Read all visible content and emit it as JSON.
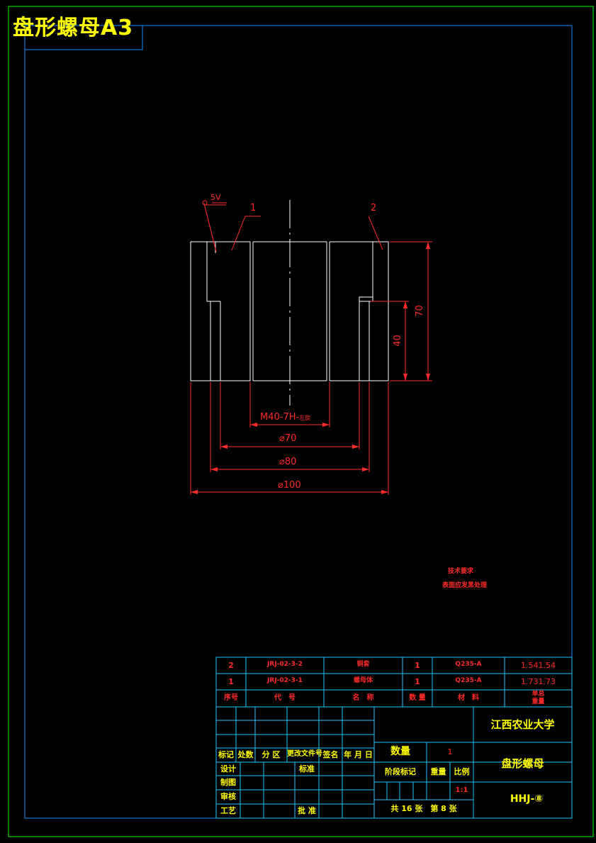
{
  "sheet_title": "盘形螺母A3",
  "drawing": {
    "surface_mark": "5V",
    "balloons": [
      "1",
      "2"
    ],
    "dim_height_total": "70",
    "dim_height_step": "40",
    "dim_thread": "M40-7H-",
    "dim_thread_suffix": "左旋",
    "dim_d70": "⌀70",
    "dim_d80": "⌀80",
    "dim_d100": "⌀100"
  },
  "tech_notes": {
    "title": "技术要求",
    "line1": "表面应发黑处理"
  },
  "parts_list": {
    "rows": [
      {
        "seq": "2",
        "code": "JRJ-02-3-2",
        "name": "铜套",
        "qty": "1",
        "material": "Q235-A",
        "weight": "1.541.54"
      },
      {
        "seq": "1",
        "code": "JRJ-02-3-1",
        "name": "螺母体",
        "qty": "1",
        "material": "Q235-A",
        "weight": "1.731.73"
      }
    ],
    "header": {
      "seq": "序号",
      "code": "代　号",
      "name": "名　称",
      "qty": "数 量",
      "material": "材　料",
      "weight_top": "单总",
      "weight_bottom": "重量"
    }
  },
  "title_block": {
    "school": "江西农业大学",
    "part_name": "盘形螺母",
    "drawing_no": "HHJ-⑧",
    "rev_cols": [
      "标记",
      "处数",
      "分 区",
      "更改文件号",
      "签名",
      "年 月 日"
    ],
    "design": "设计",
    "standard": "标准",
    "drafting": "制图",
    "review": "审核",
    "process": "工艺",
    "approve": "批 准",
    "qty_label": "数量",
    "qty_value": "1",
    "stage_mark": "阶段标记",
    "weight": "重量",
    "scale": "比例",
    "scale_value": "1:1",
    "sheets": "共 16 张　第 8 张"
  }
}
